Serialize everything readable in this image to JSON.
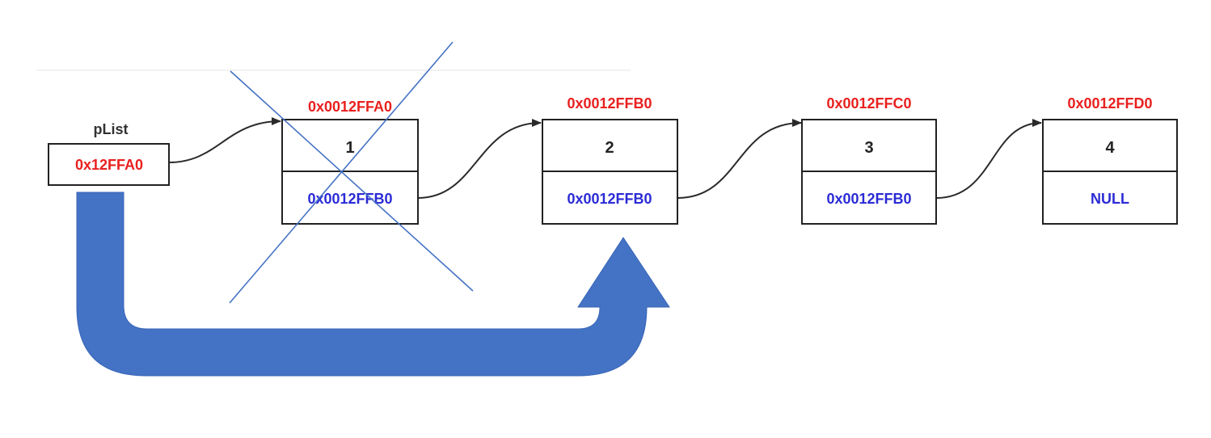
{
  "pointer": {
    "name": "pList",
    "value": "0x12FFA0"
  },
  "nodes": [
    {
      "address": "0x0012FFA0",
      "value": "1",
      "next": "0x0012FFB0",
      "deleted": true
    },
    {
      "address": "0x0012FFB0",
      "value": "2",
      "next": "0x0012FFB0",
      "deleted": false
    },
    {
      "address": "0x0012FFC0",
      "value": "3",
      "next": "0x0012FFB0",
      "deleted": false
    },
    {
      "address": "0x0012FFD0",
      "value": "4",
      "next": "NULL",
      "deleted": false
    }
  ],
  "colors": {
    "address": "#e8201f",
    "pointer_value": "#e8201f",
    "next_field": "#2b2bd6",
    "box_stroke": "#222222",
    "link_stroke": "#2a2a2a",
    "cross_stroke": "#4472c4",
    "big_arrow_fill": "#4472c4",
    "label_text": "#333333",
    "top_rule": "#eeeeee"
  }
}
